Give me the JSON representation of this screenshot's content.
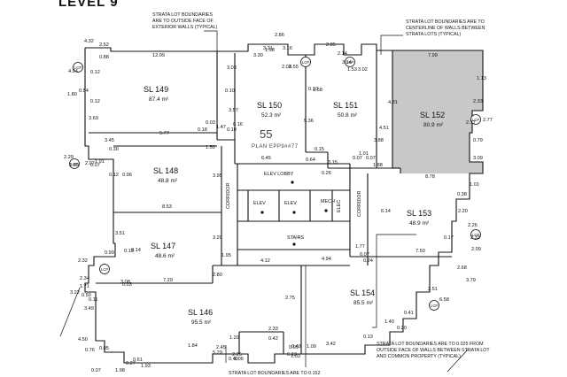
{
  "title": "LEVEL 9",
  "plan_label": {
    "number": "55",
    "text": "PLAN EPP9##77"
  },
  "lots": [
    {
      "id": "149",
      "label": "SL 149",
      "area": "87.4 m²"
    },
    {
      "id": "150",
      "label": "SL 150",
      "area": "52.3 m²"
    },
    {
      "id": "151",
      "label": "SL 151",
      "area": "50.8 m²"
    },
    {
      "id": "152",
      "label": "SL 152",
      "area": "80.9 m²"
    },
    {
      "id": "148",
      "label": "SL 148",
      "area": "48.8 m²"
    },
    {
      "id": "153",
      "label": "SL 153",
      "area": "48.9 m²"
    },
    {
      "id": "147",
      "label": "SL 147",
      "area": "48.6 m²"
    },
    {
      "id": "154",
      "label": "SL 154",
      "area": "85.5 m²"
    },
    {
      "id": "146",
      "label": "SL 146",
      "area": "95.5 m²"
    }
  ],
  "rooms": {
    "elev_lobby": "ELEV LOBBY",
    "elev1": "ELEV",
    "elev2": "ELEV",
    "mech": "MECH",
    "elec": "ELEC",
    "stairs": "STAIRS",
    "corridor_a": "CORRIDOR",
    "corridor_b": "CORRIDOR"
  },
  "notes": {
    "outside_face": [
      "STRATA LOT BOUNDARIES",
      "ARE TO OUTSIDE FACE OF",
      "EXTERIOR WALLS (TYPICAL)"
    ],
    "centerline": [
      "STRATA LOT BOUNDARIES ARE TO",
      "CENTERLINE OF WALLS BETWEEN",
      "STRATA LOTS (TYPICAL)"
    ],
    "point_025": [
      "STRATA LOT BOUNDARIES ARE TO 0.025 FROM",
      "OUTSIDE FACE OF WALLS BETWEEN STRATA LOT",
      "AND COMMON PROPERTY (TYPICAL)"
    ],
    "point_0152": "STRATA LOT BOUNDARIES ARE TO 0.152"
  },
  "circle_labels": [
    "LCP",
    "LCP",
    "LCP",
    "LCP",
    "LCP",
    "LCP",
    "LCP",
    "LCP"
  ],
  "dimensions": [
    "4.32",
    "2.52",
    "12.09",
    "3.30",
    "1.58",
    "3.03",
    "2.86",
    "3.21",
    "3.16",
    "2.01",
    "8.55",
    "2.85",
    "2.14",
    "3.14",
    "1.53",
    "3.02",
    "7.99",
    "4.94",
    "1.80",
    "0.54",
    "0.12",
    "0.12",
    "0.88",
    "0.10",
    "3.69",
    "5.77",
    "3.45",
    "1.50",
    "0.18",
    "0.03",
    "1.47",
    "3.57",
    "0.10",
    "6.16",
    "5.36",
    "0.10",
    "1.68",
    "0.07",
    "3.88",
    "4.81",
    "4.51",
    "1.13",
    "2.33",
    "2.77",
    "2.77",
    "0.79",
    "3.09",
    "6.45",
    "0.64",
    "0.15",
    "3.15",
    "0.07",
    "1.01",
    "1.88",
    "8.78",
    "2.29",
    "1.89",
    "2.07",
    "0.07",
    "0.30",
    "1.91",
    "0.12",
    "0.96",
    "3.95",
    "0.26",
    "0.38",
    "1.01",
    "8.53",
    "3.51",
    "3.29",
    "1.77",
    "6.14",
    "2.20",
    "2.26",
    "0.17",
    "2.33",
    "2.09",
    "0.99",
    "0.13",
    "0.14",
    "1.95",
    "2.80",
    "4.12",
    "4.94",
    "0.24",
    "0.07",
    "7.50",
    "2.32",
    "2.34",
    "0.03",
    "7.29",
    "2.68",
    "3.79",
    "1.71",
    "0.50",
    "3.49",
    "0.11",
    "3.08",
    "2.51",
    "6.58",
    "2.75",
    "2.33",
    "0.42",
    "1.20",
    "0.40",
    "1.06",
    "0.05",
    "1.03",
    "3.22",
    "4.50",
    "0.61",
    "1.84",
    "5.29",
    "2.45",
    "2.25",
    "0.40",
    "6.13",
    "1.09",
    "3.42",
    "0.13",
    "1.40",
    "0.41",
    "0.20",
    "0.07",
    "1.98",
    "0.27",
    "1.93",
    "0.76",
    "0.05"
  ]
}
